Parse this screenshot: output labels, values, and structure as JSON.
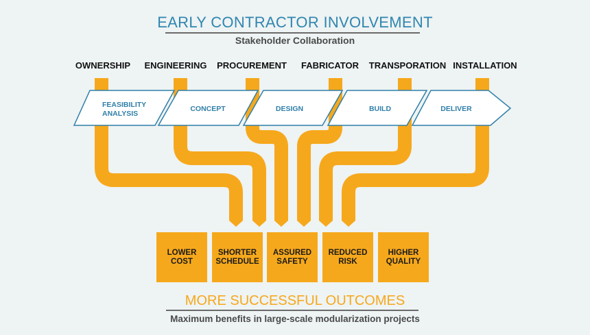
{
  "header": {
    "title": "EARLY CONTRACTOR INVOLVEMENT",
    "subtitle": "Stakeholder Collaboration"
  },
  "stakeholders": [
    "OWNERSHIP",
    "ENGINEERING",
    "PROCUREMENT",
    "FABRICATOR",
    "TRANSPORATION",
    "INSTALLATION"
  ],
  "phases": [
    {
      "line1": "FEASIBILITY",
      "line2": "ANALYSIS"
    },
    {
      "line1": "CONCEPT"
    },
    {
      "line1": "DESIGN"
    },
    {
      "line1": "BUILD"
    },
    {
      "line1": "DELIVER"
    }
  ],
  "outcomes": [
    {
      "line1": "LOWER",
      "line2": "COST"
    },
    {
      "line1": "SHORTER",
      "line2": "SCHEDULE"
    },
    {
      "line1": "ASSURED",
      "line2": "SAFETY"
    },
    {
      "line1": "REDUCED",
      "line2": "RISK"
    },
    {
      "line1": "HIGHER",
      "line2": "QUALITY"
    }
  ],
  "footer": {
    "title": "MORE SUCCESSFUL OUTCOMES",
    "subtitle": "Maximum benefits in large-scale modularization projects"
  },
  "colors": {
    "pipe": "#f6a81c",
    "accent": "#2f86b0",
    "background": "#eef3f3"
  }
}
